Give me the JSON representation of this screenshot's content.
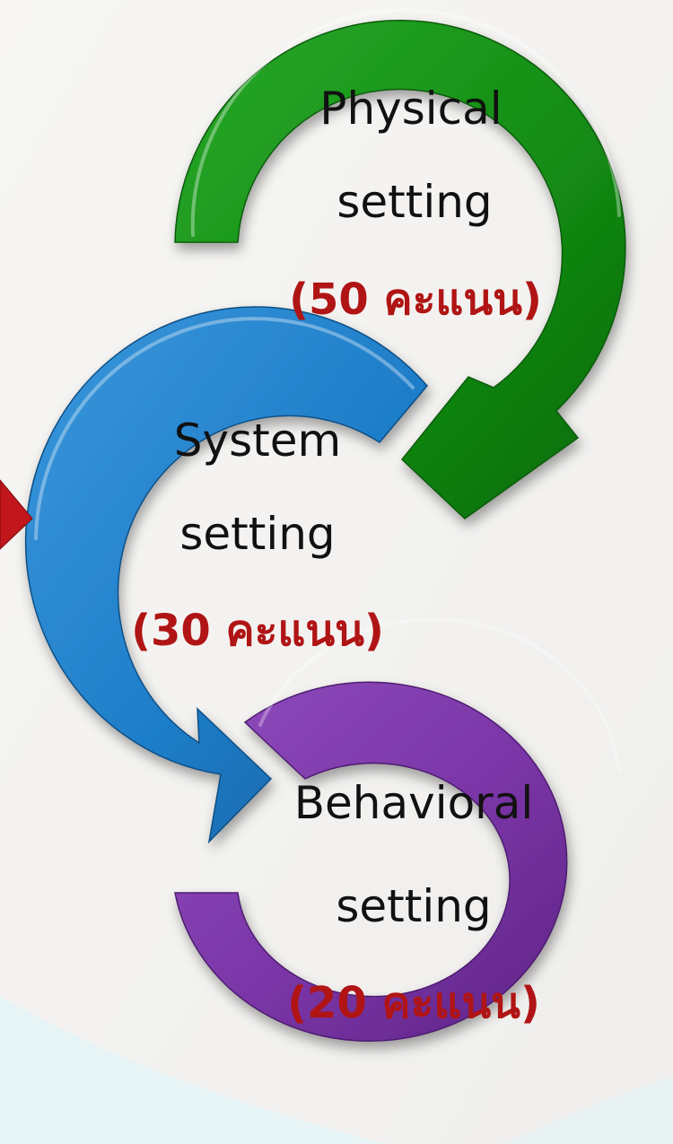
{
  "cycle": {
    "stages": [
      {
        "line1": "Physical",
        "line2": "setting",
        "score": "(50 คะแนน)",
        "color": "#138d13"
      },
      {
        "line1": "System",
        "line2": "setting",
        "score": "(30 คะแนน)",
        "color": "#1f7ec9"
      },
      {
        "line1": "Behavioral",
        "line2": "setting",
        "score": "(20 คะแนน)",
        "color": "#7a35a6"
      }
    ],
    "pointer_color": "#c0161c"
  }
}
